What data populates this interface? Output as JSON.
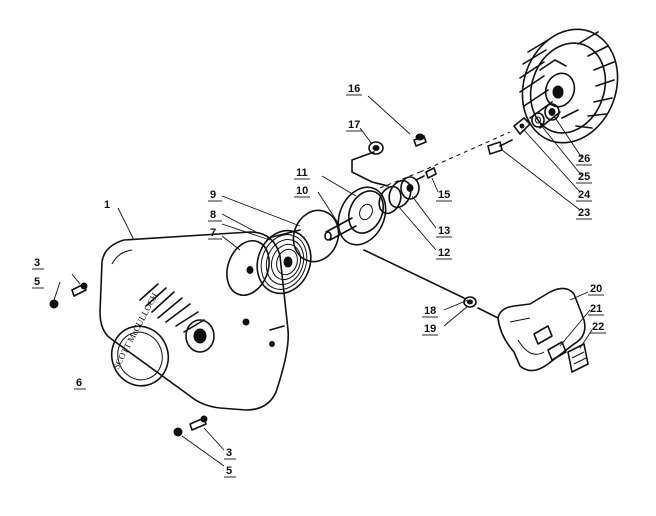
{
  "diagram": {
    "callouts": [
      {
        "id": "c1",
        "label": "1"
      },
      {
        "id": "c3a",
        "label": "3"
      },
      {
        "id": "c5a",
        "label": "5"
      },
      {
        "id": "c6",
        "label": "6"
      },
      {
        "id": "c3b",
        "label": "3"
      },
      {
        "id": "c5b",
        "label": "5"
      },
      {
        "id": "c7",
        "label": "7"
      },
      {
        "id": "c8",
        "label": "8"
      },
      {
        "id": "c9",
        "label": "9"
      },
      {
        "id": "c10",
        "label": "10"
      },
      {
        "id": "c11",
        "label": "11"
      },
      {
        "id": "c12",
        "label": "12"
      },
      {
        "id": "c13",
        "label": "13"
      },
      {
        "id": "c15",
        "label": "15"
      },
      {
        "id": "c16",
        "label": "16"
      },
      {
        "id": "c17",
        "label": "17"
      },
      {
        "id": "c18",
        "label": "18"
      },
      {
        "id": "c19",
        "label": "19"
      },
      {
        "id": "c20",
        "label": "20"
      },
      {
        "id": "c21",
        "label": "21"
      },
      {
        "id": "c22",
        "label": "22"
      },
      {
        "id": "c23",
        "label": "23"
      },
      {
        "id": "c24",
        "label": "24"
      },
      {
        "id": "c25",
        "label": "25"
      },
      {
        "id": "c26",
        "label": "26"
      }
    ],
    "housing_logo_text": "SCOTT McCULLOCH"
  }
}
